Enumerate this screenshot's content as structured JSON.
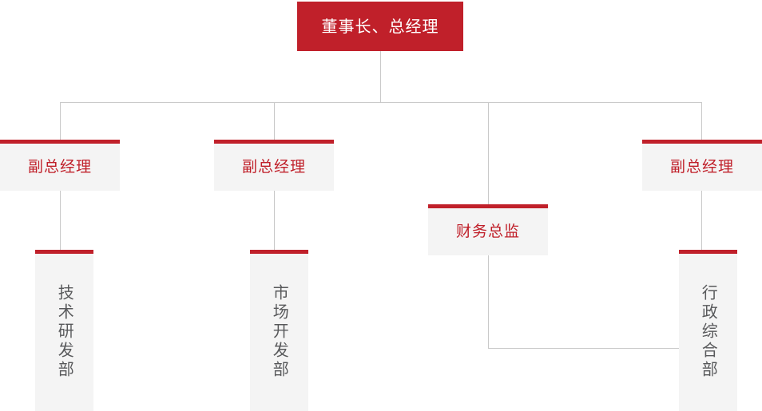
{
  "chart_title": "",
  "colors": {
    "accent_red": "#C0202A",
    "node_background": "#F4F4F4",
    "connector_line": "#C9C9C9",
    "root_text": "#FFFFFF",
    "mid_text": "#C0202A",
    "leaf_text": "#58595B"
  },
  "org": {
    "root": {
      "label": "董事长、总经理"
    },
    "level2": [
      {
        "label": "副总经理"
      },
      {
        "label": "副总经理"
      },
      {
        "label": "财务总监"
      },
      {
        "label": "副总经理"
      }
    ],
    "level3": [
      {
        "label": "技术研发部"
      },
      {
        "label": "市场开发部"
      },
      {
        "label": "行政综合部"
      }
    ]
  }
}
